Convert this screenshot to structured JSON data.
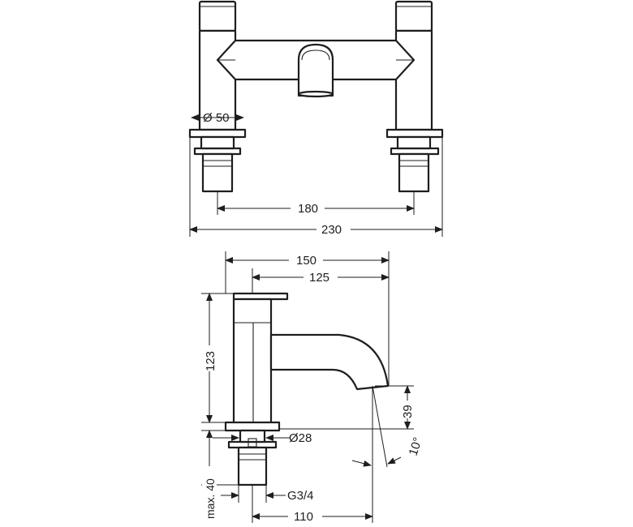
{
  "dimensions": {
    "top_view": {
      "base_diameter": "Ø 50",
      "center_distance": "180",
      "overall_width": "230"
    },
    "side_view": {
      "projection": "150",
      "spout_reach": "125",
      "height": "123",
      "spout_clearance": "39",
      "spout_angle": "10°",
      "shank_diameter": "Ø28",
      "max_deck_thickness": "max. 40",
      "thread": "G3/4",
      "spout_offset": "110"
    }
  }
}
